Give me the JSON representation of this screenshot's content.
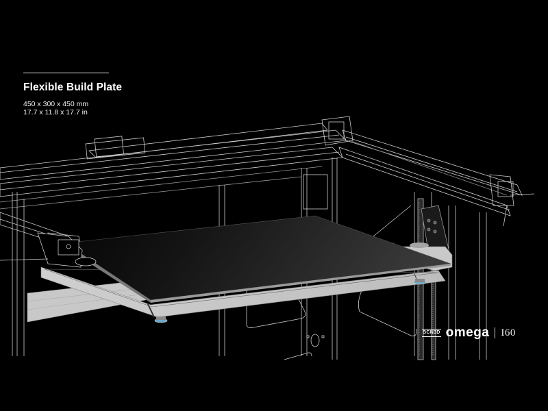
{
  "caption": {
    "title": "Flexible Build Plate",
    "dimensions_mm": "450 x 300 x 450 mm",
    "dimensions_in": "17.7 x 11.8 x 17.7 in"
  },
  "brand": {
    "maker": "BCN3D",
    "product": "omega",
    "model": "I60"
  },
  "colors": {
    "background": "#000000",
    "line_art": "#d9d9d9",
    "plate": "#1c1c1c",
    "frame_gray": "#bdbdbd",
    "accent_blue": "#6fa8c8",
    "text": "#ffffff"
  },
  "illustration": {
    "subject": "3D printer frame with flexible build plate"
  }
}
